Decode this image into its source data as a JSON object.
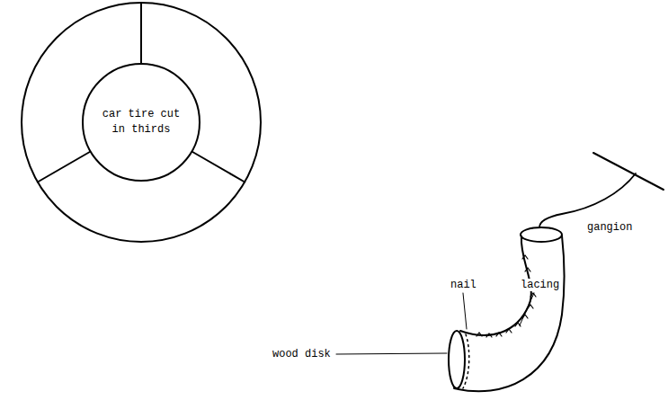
{
  "diagram": {
    "nodes": [
      {
        "text": [
          "car tire cut in thirds"
        ]
      }
    ],
    "labels": [
      "wood disk",
      "nail",
      "lacing",
      "gangion"
    ]
  }
}
